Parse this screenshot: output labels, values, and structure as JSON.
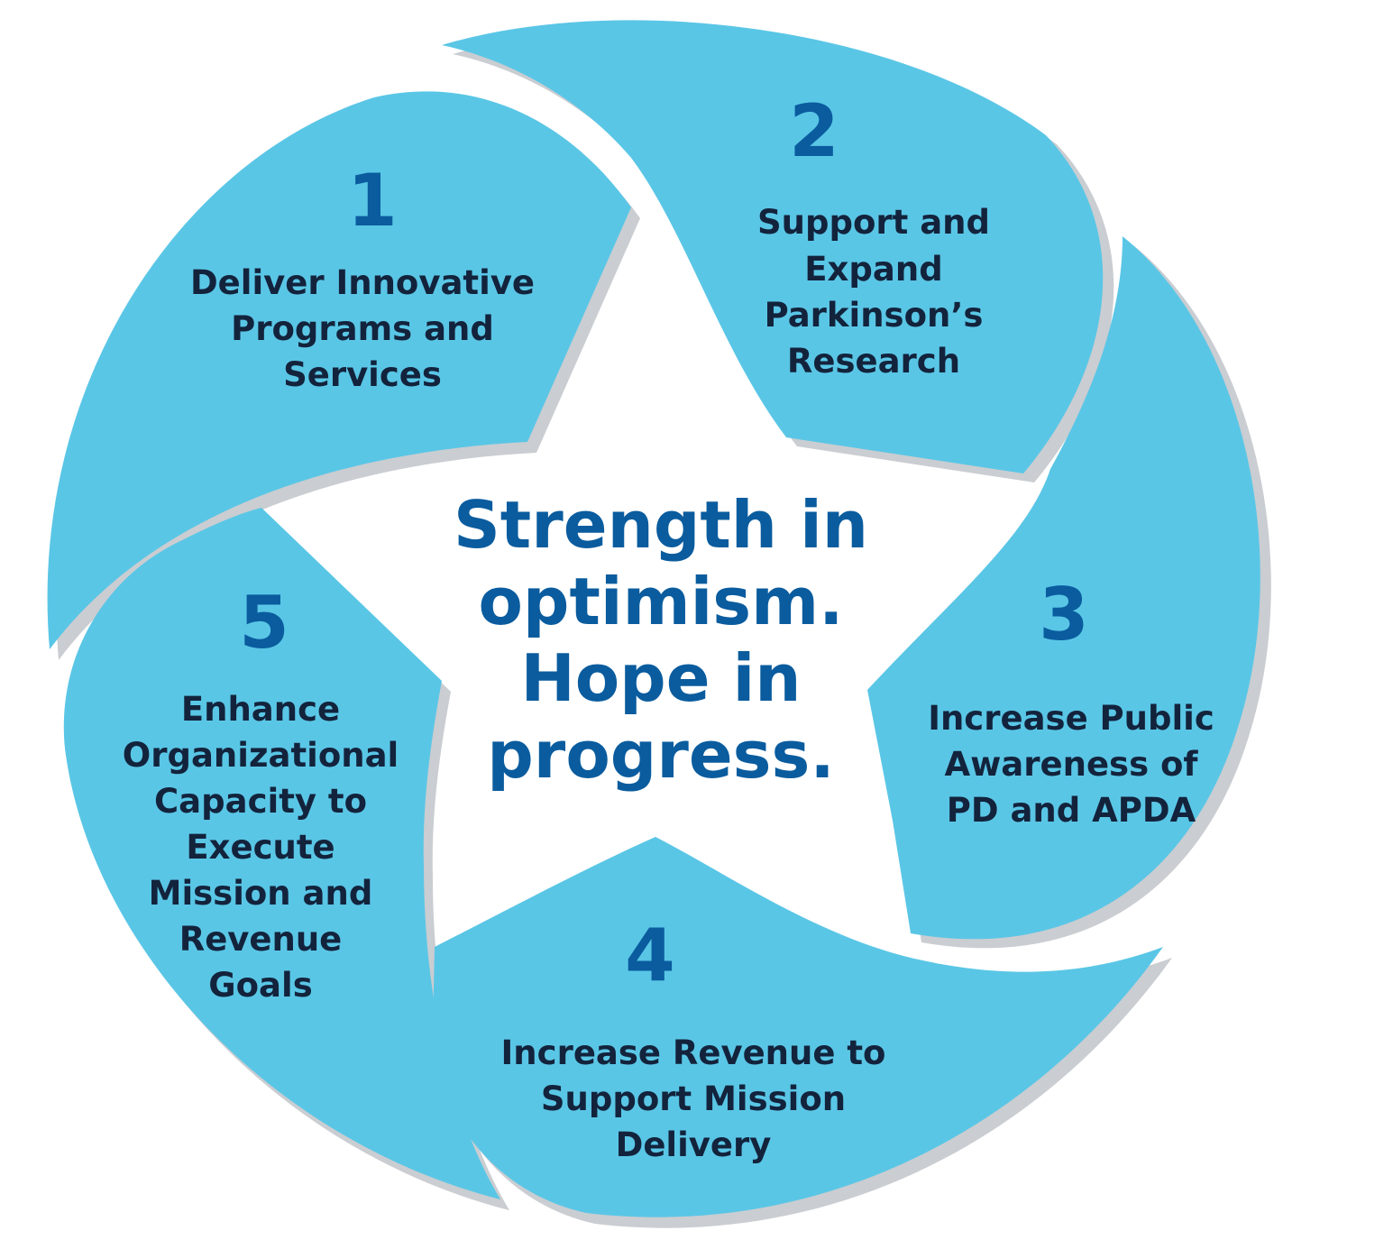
{
  "center": {
    "lines": [
      "Strength in",
      "optimism.",
      "Hope in",
      "progress."
    ]
  },
  "segments": [
    {
      "number": "1",
      "lines": [
        "Deliver Innovative",
        "Programs and",
        "Services"
      ]
    },
    {
      "number": "2",
      "lines": [
        "Support and",
        "Expand",
        "Parkinson’s",
        "Research"
      ]
    },
    {
      "number": "3",
      "lines": [
        "Increase Public",
        "Awareness of",
        "PD and APDA"
      ]
    },
    {
      "number": "4",
      "lines": [
        "Increase Revenue to",
        "Support Mission",
        "Delivery"
      ]
    },
    {
      "number": "5",
      "lines": [
        "Enhance",
        "Organizational",
        "Capacity to",
        "Execute",
        "Mission and",
        "Revenue",
        "Goals"
      ]
    }
  ],
  "colors": {
    "segment_fill": "#5ac6e6",
    "number_text": "#0a5c9e",
    "label_text": "#13233c",
    "center_text": "#0a5c9e",
    "shadow": "#b8bcc2"
  }
}
